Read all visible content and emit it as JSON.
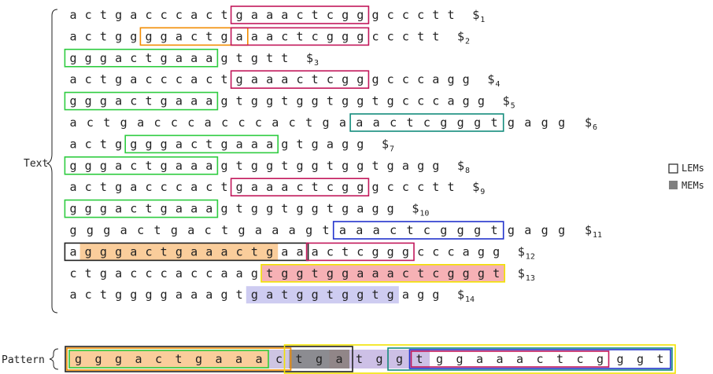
{
  "labels": {
    "text": "Text",
    "pattern": "Pattern"
  },
  "legend": [
    {
      "label": "LEMs",
      "style": "outline"
    },
    {
      "label": "MEMs",
      "style": "filled"
    }
  ],
  "colors": {
    "crimson": "#c2185b",
    "orange": "#f28c00",
    "green": "#2ecc40",
    "teal": "#138c7c",
    "blue": "#2233cc",
    "black": "#222222",
    "yellow": "#f2e200",
    "fill_orange": "#f9c48a",
    "fill_red": "#f4a3a8",
    "fill_lavender": "#c6c3ef",
    "fill_gray": "#808080"
  },
  "text_rows": [
    {
      "prefix": "actgacccact",
      "chars": "actgacccactgaaactcgggccctt",
      "sub": "1"
    },
    {
      "chars": "actggggactgaaactcgggccctt",
      "sub": "2"
    },
    {
      "chars": "gggactgaaagtgtt",
      "sub": "3"
    },
    {
      "chars": "actgacccactgaaactcgggcccagg",
      "sub": "4"
    },
    {
      "chars": "gggactgaaagtggtggtggtgcccagg",
      "sub": "5"
    },
    {
      "chars": "actgacccacccactgaaactcgggtgagg",
      "sub": "6"
    },
    {
      "chars": "actggggactgaaagtgagg",
      "sub": "7"
    },
    {
      "chars": "gggactgaaagtggtggtggtgagg",
      "sub": "8"
    },
    {
      "chars": "actgacccactgaaactcgggccctt",
      "sub": "9"
    },
    {
      "chars": "gggactgaaagtggtggtgagg",
      "sub": "10"
    },
    {
      "chars": "gggactgactgaaagtaaactcgggtgagg",
      "sub": "11"
    },
    {
      "chars": "agggactgaaactgaaactcgggcccagg",
      "sub": "12"
    },
    {
      "chars": "ctgacccaccaagtggtggaaactcgggt",
      "sub": "13"
    },
    {
      "chars": "actggggaaagtgatggtggtgagg",
      "sub": "14"
    }
  ],
  "pattern": {
    "chars": "gggactgaaactgatggtggaaactcgggt"
  }
}
